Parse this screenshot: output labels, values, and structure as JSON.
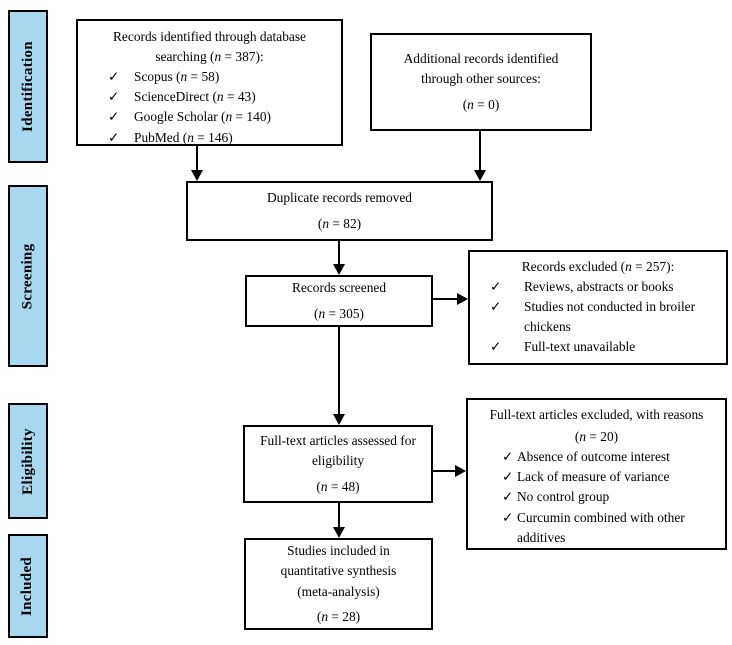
{
  "diagram": {
    "stages": [
      "Identification",
      "Screening",
      "Eligibility",
      "Included"
    ],
    "check_icon": "✓",
    "boxes": {
      "identified": {
        "lines": [
          "Records identified through database",
          "searching (n = 387):"
        ],
        "items": [
          "Scopus (n = 58)",
          "ScienceDirect (n = 43)",
          "Google Scholar (n = 140)",
          "PubMed (n = 146)"
        ]
      },
      "additional": {
        "lines": [
          "Additional records identified",
          "through other sources:"
        ],
        "count": "(n = 0)"
      },
      "duplicates": {
        "title": "Duplicate records removed",
        "count": "(n = 82)"
      },
      "screened": {
        "title": "Records screened",
        "count": "(n = 305)"
      },
      "excluded": {
        "title": "Records excluded (n = 257):",
        "items": [
          "Reviews, abstracts or books",
          "Studies not conducted in broiler chickens",
          "Full-text unavailable"
        ]
      },
      "assessed": {
        "lines": [
          "Full-text articles assessed for",
          "eligibility"
        ],
        "count": "(n = 48)"
      },
      "ft_excluded": {
        "title": "Full-text articles excluded, with reasons",
        "count": "(n = 20)",
        "items": [
          "Absence of outcome interest",
          "Lack of measure of variance",
          "No control group",
          "Curcumin combined with other additives"
        ]
      },
      "included": {
        "lines": [
          "Studies included in",
          "quantitative synthesis",
          "(meta-analysis)"
        ],
        "count": "(n = 28)"
      }
    },
    "colors": {
      "stage_fill": "#a8d8f0",
      "line": "#000000",
      "background": "#ffffff"
    }
  }
}
